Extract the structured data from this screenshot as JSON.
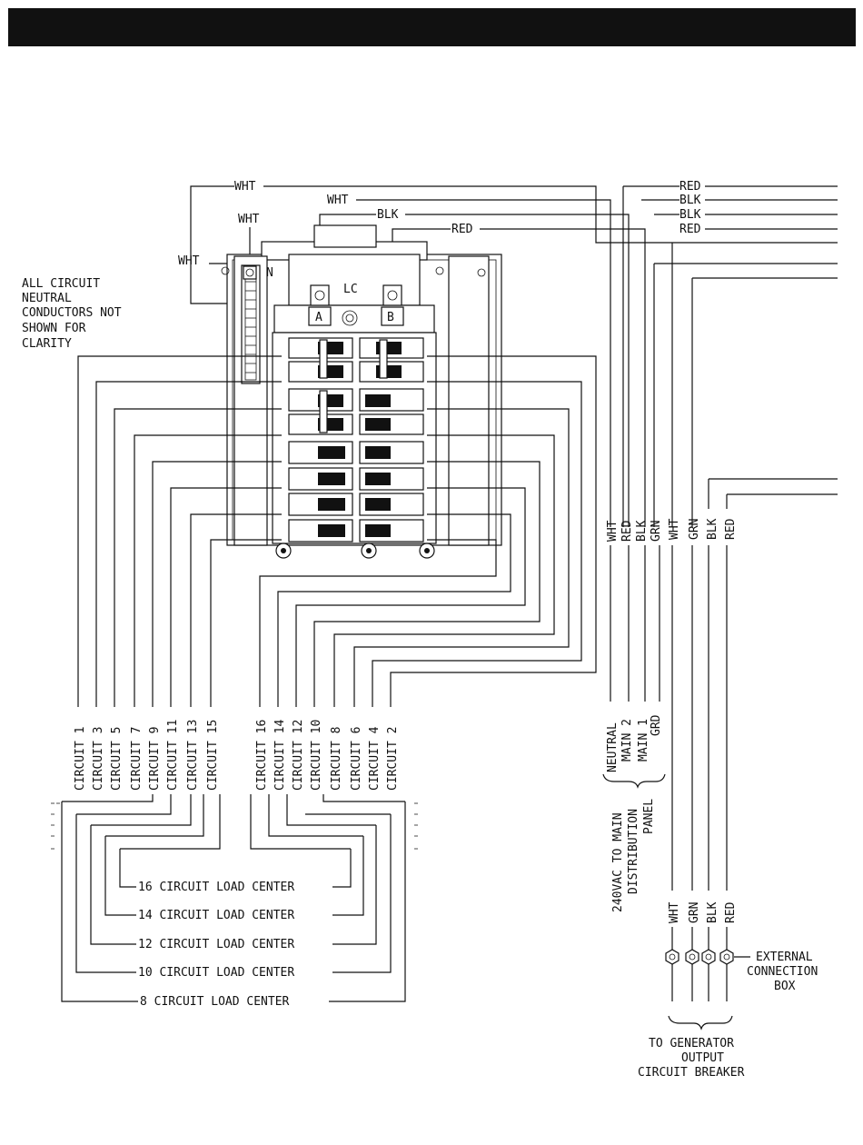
{
  "colors": {
    "line": "#111111",
    "background": "#ffffff",
    "header": "#111111"
  },
  "wire_labels": {
    "wht": "WHT",
    "blk": "BLK",
    "red": "RED",
    "grn": "GRN",
    "n": "N",
    "lc": "LC",
    "a": "A",
    "b": "B"
  },
  "note": [
    "ALL CIRCUIT",
    "NEUTRAL",
    "CONDUCTORS NOT",
    "SHOWN FOR",
    "CLARITY"
  ],
  "circuits_left": [
    "CIRCUIT 1",
    "CIRCUIT 3",
    "CIRCUIT 5",
    "CIRCUIT 7",
    "CIRCUIT 9",
    "CIRCUIT 11",
    "CIRCUIT 13",
    "CIRCUIT 15"
  ],
  "circuits_right": [
    "CIRCUIT 16",
    "CIRCUIT 14",
    "CIRCUIT 12",
    "CIRCUIT 10",
    "CIRCUIT 8",
    "CIRCUIT 6",
    "CIRCUIT 4",
    "CIRCUIT 2"
  ],
  "load_centers": [
    "16 CIRCUIT LOAD CENTER",
    "14 CIRCUIT LOAD CENTER",
    "12 CIRCUIT LOAD CENTER",
    "10 CIRCUIT LOAD CENTER",
    "8 CIRCUIT LOAD CENTER"
  ],
  "panel_wires": [
    "WHT",
    "RED",
    "BLK",
    "GRN"
  ],
  "generator_wires": [
    "WHT",
    "GRN",
    "BLK",
    "RED"
  ],
  "main_labels": [
    "NEUTRAL",
    "MAIN 2",
    "MAIN 1",
    "GRD"
  ],
  "main_panel": [
    "240VAC TO MAIN",
    "DISTRIBUTION",
    "PANEL"
  ],
  "external_box": [
    "EXTERNAL",
    "CONNECTION",
    "BOX"
  ],
  "generator_breaker": [
    "TO GENERATOR",
    "OUTPUT",
    "CIRCUIT BREAKER"
  ]
}
